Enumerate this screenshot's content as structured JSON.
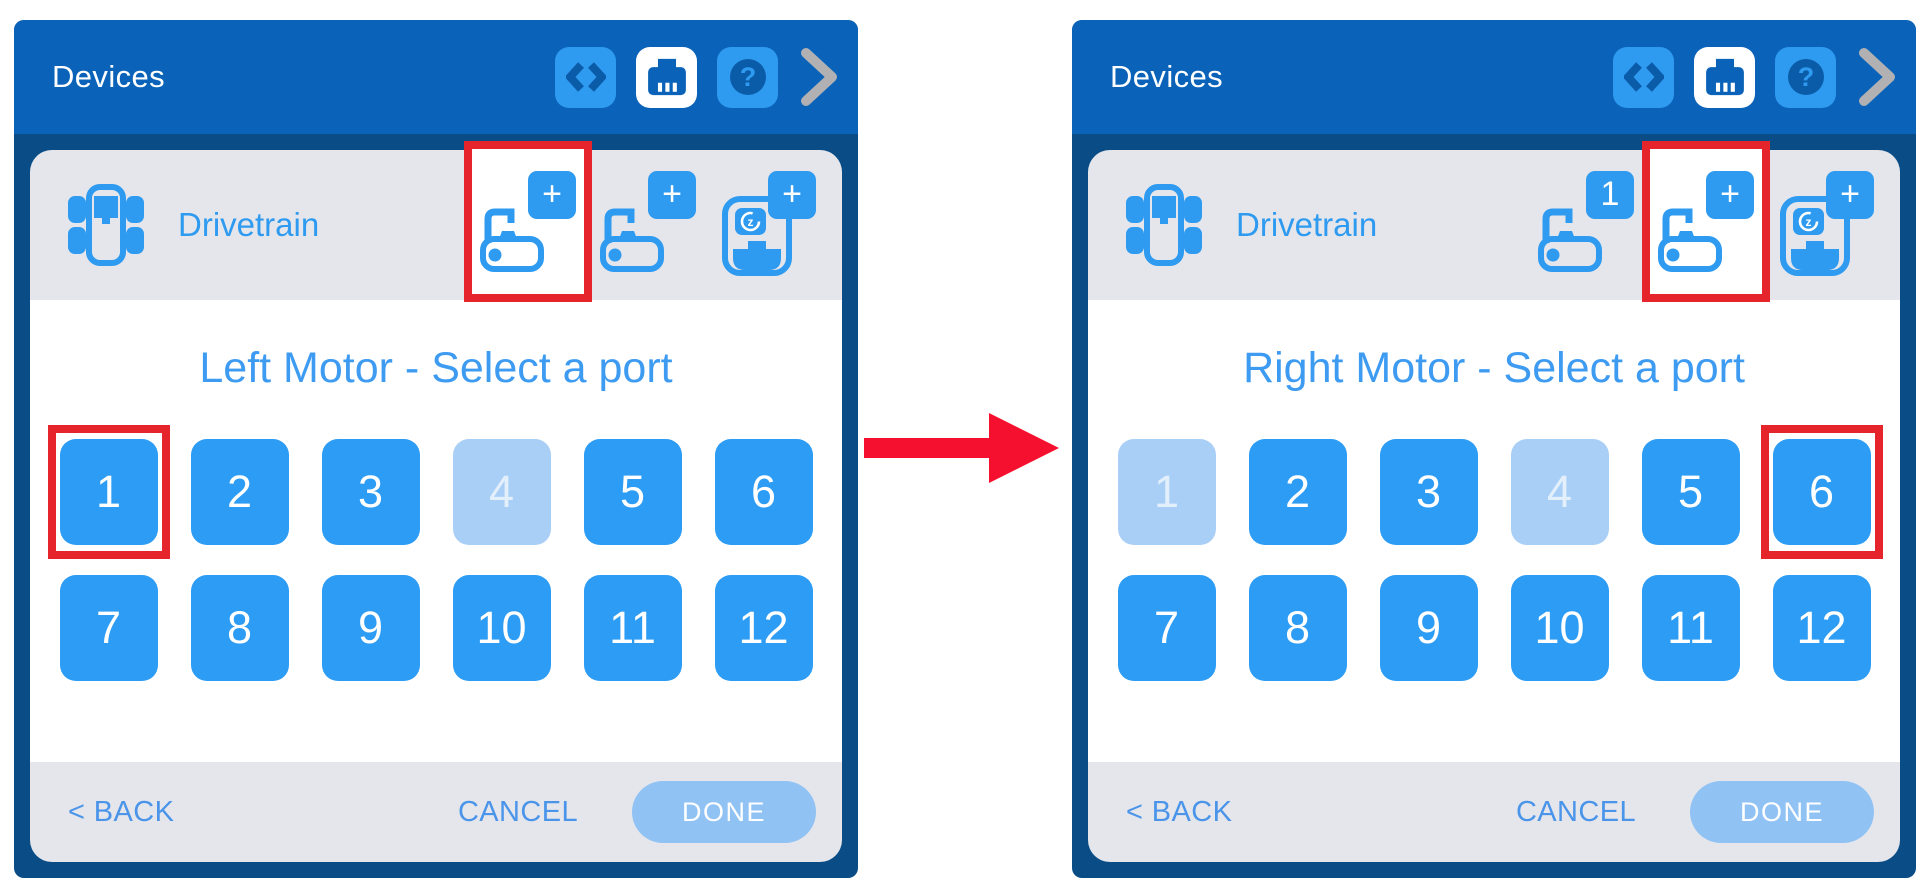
{
  "colors": {
    "header_blue": "#0A63B8",
    "frame_navy": "#0A4C86",
    "accent_blue": "#2E9AF0",
    "glyph_navy": "#0B5CA8",
    "card_grey": "#E4E6EB",
    "port_blue": "#2D9CF4",
    "port_disabled_blue": "#A9CFF7",
    "link_blue": "#4A94EA",
    "done_pill_blue": "#90C3F4",
    "highlight_red": "#E5252B",
    "arrow_red": "#F4102E",
    "chevron_grey": "#B1B1B3"
  },
  "icons": {
    "code-icon": "angle-brackets",
    "devices-port-icon": "smart-port",
    "help-icon": "question-mark",
    "chevron-right-icon": ">",
    "drivetrain-icon": "robot-drivetrain",
    "motor-icon": "motor-with-cable",
    "gyro-icon": "gyro-sensor",
    "arrow-icon": "red-right-arrow"
  },
  "panels": [
    {
      "side": "left",
      "header": {
        "title": "Devices"
      },
      "device_bar": {
        "label": "Drivetrain",
        "slots": [
          {
            "icon": "motor-icon",
            "badge": "+",
            "highlighted": true
          },
          {
            "icon": "motor-icon",
            "badge": "+",
            "highlighted": false
          },
          {
            "icon": "gyro-icon",
            "badge": "+",
            "highlighted": false
          }
        ]
      },
      "prompt": "Left Motor - Select a port",
      "ports": [
        {
          "label": "1",
          "disabled": false,
          "highlighted": true
        },
        {
          "label": "2",
          "disabled": false,
          "highlighted": false
        },
        {
          "label": "3",
          "disabled": false,
          "highlighted": false
        },
        {
          "label": "4",
          "disabled": true,
          "highlighted": false
        },
        {
          "label": "5",
          "disabled": false,
          "highlighted": false
        },
        {
          "label": "6",
          "disabled": false,
          "highlighted": false
        },
        {
          "label": "7",
          "disabled": false,
          "highlighted": false
        },
        {
          "label": "8",
          "disabled": false,
          "highlighted": false
        },
        {
          "label": "9",
          "disabled": false,
          "highlighted": false
        },
        {
          "label": "10",
          "disabled": false,
          "highlighted": false
        },
        {
          "label": "11",
          "disabled": false,
          "highlighted": false
        },
        {
          "label": "12",
          "disabled": false,
          "highlighted": false
        }
      ],
      "footer": {
        "back": "< BACK",
        "cancel": "CANCEL",
        "done": "DONE"
      }
    },
    {
      "side": "right",
      "header": {
        "title": "Devices"
      },
      "device_bar": {
        "label": "Drivetrain",
        "slots": [
          {
            "icon": "motor-icon",
            "badge": "1",
            "highlighted": false
          },
          {
            "icon": "motor-icon",
            "badge": "+",
            "highlighted": true
          },
          {
            "icon": "gyro-icon",
            "badge": "+",
            "highlighted": false
          }
        ]
      },
      "prompt": "Right Motor - Select a port",
      "ports": [
        {
          "label": "1",
          "disabled": true,
          "highlighted": false
        },
        {
          "label": "2",
          "disabled": false,
          "highlighted": false
        },
        {
          "label": "3",
          "disabled": false,
          "highlighted": false
        },
        {
          "label": "4",
          "disabled": true,
          "highlighted": false
        },
        {
          "label": "5",
          "disabled": false,
          "highlighted": false
        },
        {
          "label": "6",
          "disabled": false,
          "highlighted": true
        },
        {
          "label": "7",
          "disabled": false,
          "highlighted": false
        },
        {
          "label": "8",
          "disabled": false,
          "highlighted": false
        },
        {
          "label": "9",
          "disabled": false,
          "highlighted": false
        },
        {
          "label": "10",
          "disabled": false,
          "highlighted": false
        },
        {
          "label": "11",
          "disabled": false,
          "highlighted": false
        },
        {
          "label": "12",
          "disabled": false,
          "highlighted": false
        }
      ],
      "footer": {
        "back": "< BACK",
        "cancel": "CANCEL",
        "done": "DONE"
      }
    }
  ]
}
